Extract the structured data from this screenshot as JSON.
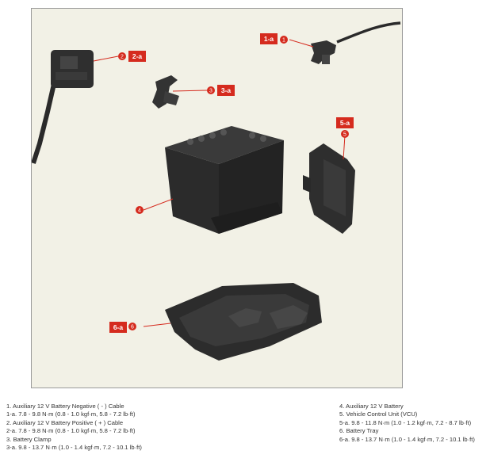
{
  "callouts": {
    "c1": {
      "num": "1",
      "tag": "1-a"
    },
    "c2": {
      "num": "2",
      "tag": "2-a"
    },
    "c3": {
      "num": "3",
      "tag": "3-a"
    },
    "c4": {
      "num": "4"
    },
    "c5": {
      "num": "5",
      "tag": "5-a"
    },
    "c6": {
      "num": "6",
      "tag": "6-a"
    }
  },
  "legend": {
    "left": [
      "1. Auxiliary 12 V Battery Negative ( - ) Cable",
      "1-a. 7.8 - 9.8 N·m (0.8 - 1.0 kgf·m, 5.8 - 7.2 lb·ft)",
      "2. Auxiliary 12 V Battery Positive ( + ) Cable",
      "2-a. 7.8 - 9.8 N·m (0.8 - 1.0 kgf·m, 5.8 - 7.2 lb·ft)",
      "3. Battery Clamp",
      "3-a. 9.8 - 13.7 N·m (1.0 - 1.4 kgf·m, 7.2 - 10.1 lb·ft)"
    ],
    "right": [
      "4. Auxiliary 12 V Battery",
      "5. Vehicle Control Unit (VCU)",
      "5-a. 9.8 - 11.8 N·m (1.0 - 1.2 kgf·m, 7.2 - 8.7 lb·ft)",
      "6. Battery Tray",
      "6-a. 9.8 - 13.7 N·m (1.0 - 1.4 kgf·m, 7.2 - 10.1 lb·ft)"
    ]
  },
  "colors": {
    "callout_red": "#d52b1e",
    "figure_bg": "#f2f1e6",
    "part_dark": "#2b2b2b"
  }
}
